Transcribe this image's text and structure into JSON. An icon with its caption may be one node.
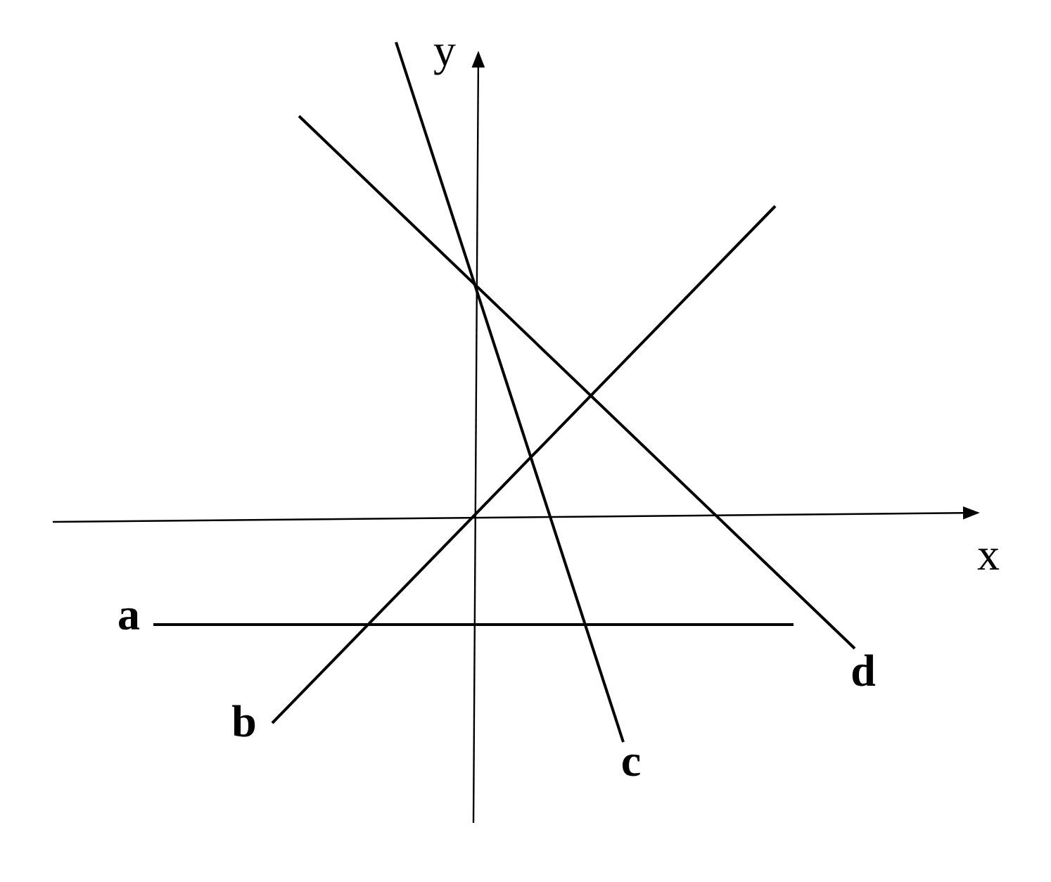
{
  "diagram": {
    "labels": [
      "y",
      "x",
      "a",
      "b",
      "c",
      "d"
    ]
  }
}
